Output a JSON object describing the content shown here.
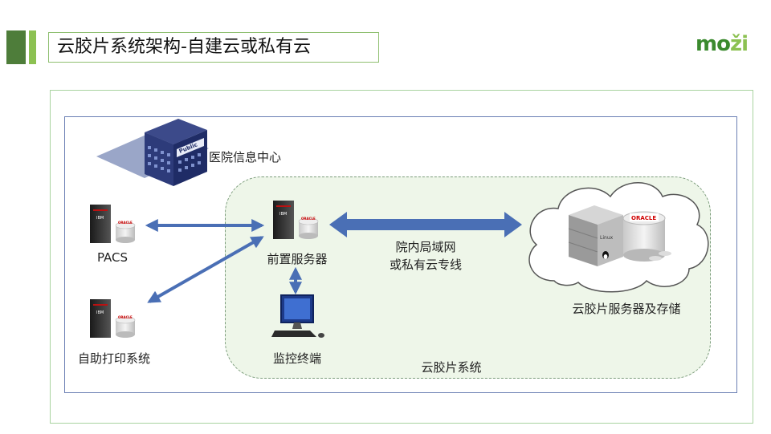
{
  "slide": {
    "title": "云胶片系统架构-自建云或私有云",
    "logo_text": "moži"
  },
  "diagram": {
    "hospital_center_label": "医院信息中心",
    "building_sign": "Public",
    "pacs_label": "PACS",
    "self_print_label": "自助打印系统",
    "front_server_label": "前置服务器",
    "monitor_label": "监控终端",
    "link_label_line1": "院内局域网",
    "link_label_line2": "或私有云专线",
    "cloud_server_label": "云胶片服务器及存储",
    "cloud_system_label": "云胶片系统",
    "server_brand": "IBM",
    "db_brand": "ORACLE",
    "os_brand": "Linux"
  },
  "colors": {
    "accent_dark_green": "#4e7d3a",
    "accent_light_green": "#8cc152",
    "arrow_blue": "#4a6fb5",
    "frame_blue": "#6b7fb4",
    "zone_fill": "#eef6e9"
  }
}
